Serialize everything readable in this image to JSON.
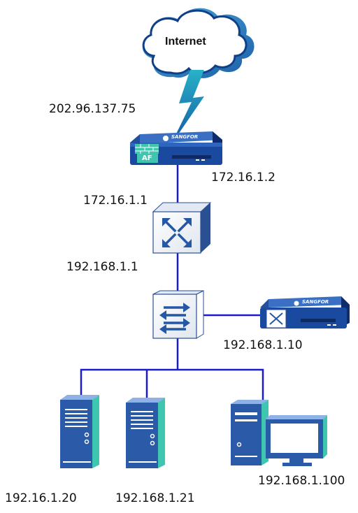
{
  "cloud": {
    "label": "Internet"
  },
  "firewall": {
    "brand": "SANGFOR",
    "badge": "AF"
  },
  "controller": {
    "brand": "SANGFOR"
  },
  "labels": {
    "wan_ip": "202.96.137.75",
    "fw_lan_ip": "172.16.1.2",
    "router_wan_ip": "172.16.1.1",
    "router_lan_ip": "192.168.1.1",
    "controller_ip": "192.168.1.10",
    "server1_ip": "192.16.1.20",
    "server2_ip": "192.168.1.21",
    "pc_ip": "192.168.1.100"
  },
  "colors": {
    "link": "#1a1ad0",
    "device_blue": "#2a5aa8",
    "device_dark": "#12347a",
    "accent_teal": "#3ec6b0",
    "bolt": "#1c6fa8"
  }
}
